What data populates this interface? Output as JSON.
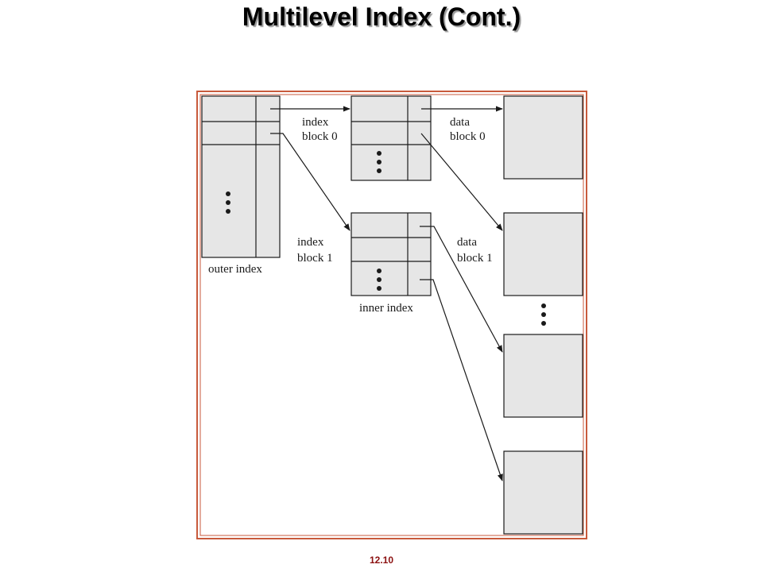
{
  "slide": {
    "title": "Multilevel Index (Cont.)",
    "page_number": "12.10"
  },
  "diagram": {
    "labels": {
      "outer_index": "outer index",
      "inner_index": "inner index",
      "index_block_0": [
        "index",
        "block 0"
      ],
      "index_block_1": [
        "index",
        "block 1"
      ],
      "data_block_0": [
        "data",
        "block 0"
      ],
      "data_block_1": [
        "data",
        "block 1"
      ]
    },
    "colors": {
      "frame_border": "#c85a3c",
      "cell_fill": "#e6e6e6",
      "line": "#1a1a1a"
    }
  }
}
